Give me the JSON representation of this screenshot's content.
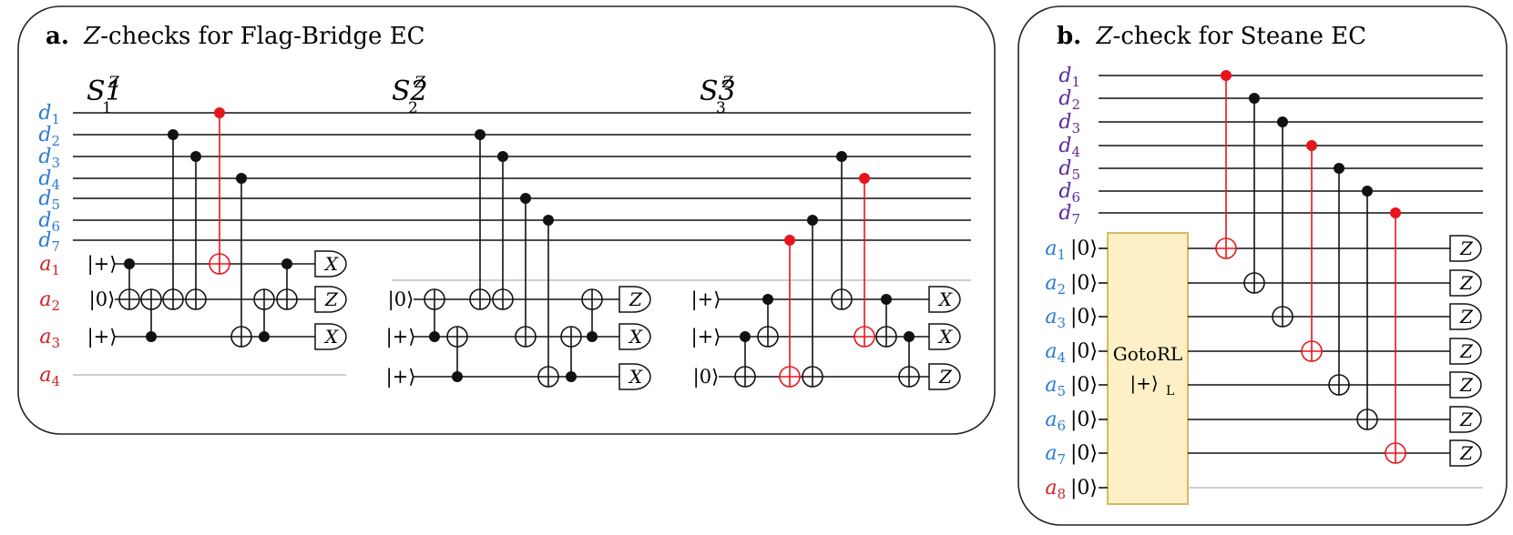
{
  "panel_a": {
    "title_bold": "a.",
    "title_italic": "Z",
    "title_rest": "-checks for Flag-Bridge EC",
    "data_labels": [
      "d1",
      "d2",
      "d3",
      "d4",
      "d5",
      "d6",
      "d7"
    ],
    "ancilla_labels": [
      "a1",
      "a2",
      "a3",
      "a4"
    ],
    "stabilizer_labels": [
      "S1",
      "S2",
      "S3"
    ],
    "stabilizer_superscript": "Z",
    "stabilizer_subscripts": [
      "1",
      "2",
      "3"
    ]
  },
  "panel_b": {
    "title_bold": "b.",
    "title_italic": "Z",
    "title_rest": "-check for Steane EC",
    "data_labels": [
      "d1",
      "d2",
      "d3",
      "d4",
      "d5",
      "d6",
      "d7"
    ],
    "ancilla_labels": [
      "a1",
      "a2",
      "a3",
      "a4",
      "a5",
      "a6",
      "a7",
      "a8"
    ],
    "ancilla_state": "|0⟩",
    "block_label_line1": "GotoRL",
    "block_label_line2": "|+⟩",
    "block_label_sub": "L"
  },
  "colors": {
    "data_label_a": "#2a7bd4",
    "ancilla_label": "#d42020",
    "data_label_b": "#5a2a9a",
    "flag_red": "#e8141b",
    "block_fill": "#fdf0c6",
    "block_stroke": "#d9b962",
    "idle_wire": "#bdbdbd"
  },
  "icons": {
    "control": "filled-dot",
    "target": "circle-plus",
    "measurement": "measurement-box"
  }
}
